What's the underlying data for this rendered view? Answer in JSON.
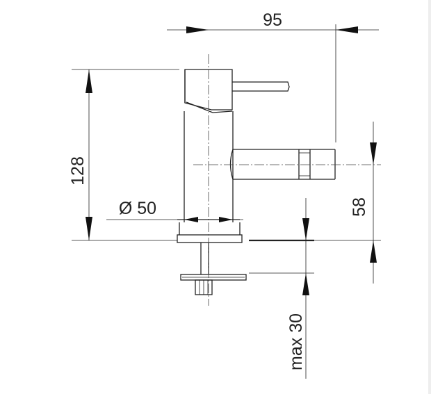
{
  "dimensions": {
    "width_top": "95",
    "height_total": "128",
    "diameter": "Ø 50",
    "spout_height": "58",
    "max_thickness": "max 30"
  }
}
